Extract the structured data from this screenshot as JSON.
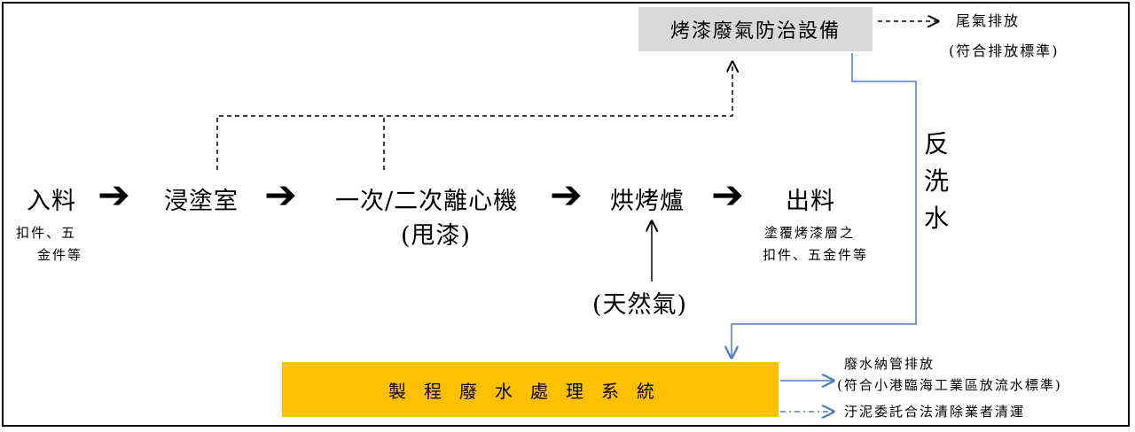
{
  "treatment": {
    "label": "烤漆廢氣防治設備"
  },
  "exhaust": {
    "line1": "尾氣排放",
    "line2": "(符合排放標準)"
  },
  "backwash": {
    "chars": [
      "反",
      "洗",
      "水"
    ]
  },
  "steps": [
    {
      "label": "入料",
      "note1": "扣件、五",
      "note2": "金件等"
    },
    {
      "label": "浸塗室"
    },
    {
      "label": "一次/二次離心機",
      "sub": "(甩漆)"
    },
    {
      "label": "烘烤爐",
      "sub": "(天然氣)"
    },
    {
      "label": "出料",
      "note1": "塗覆烤漆層之",
      "note2": "扣件、五金件等"
    }
  ],
  "wastewater_system": {
    "label": "製程廢水處理系統"
  },
  "outputs": {
    "discharge_line1": "廢水納管排放",
    "discharge_line2": "(符合小港臨海工業區放流水標準)",
    "sludge": "汙泥委託合法清除業者清運"
  },
  "icons": {
    "process_arrow": "bold-right-arrow-icon"
  },
  "colors": {
    "treatment_box": "#d9d9d9",
    "wastewater_box": "#ffc000",
    "water_line": "#4a7ebb"
  }
}
